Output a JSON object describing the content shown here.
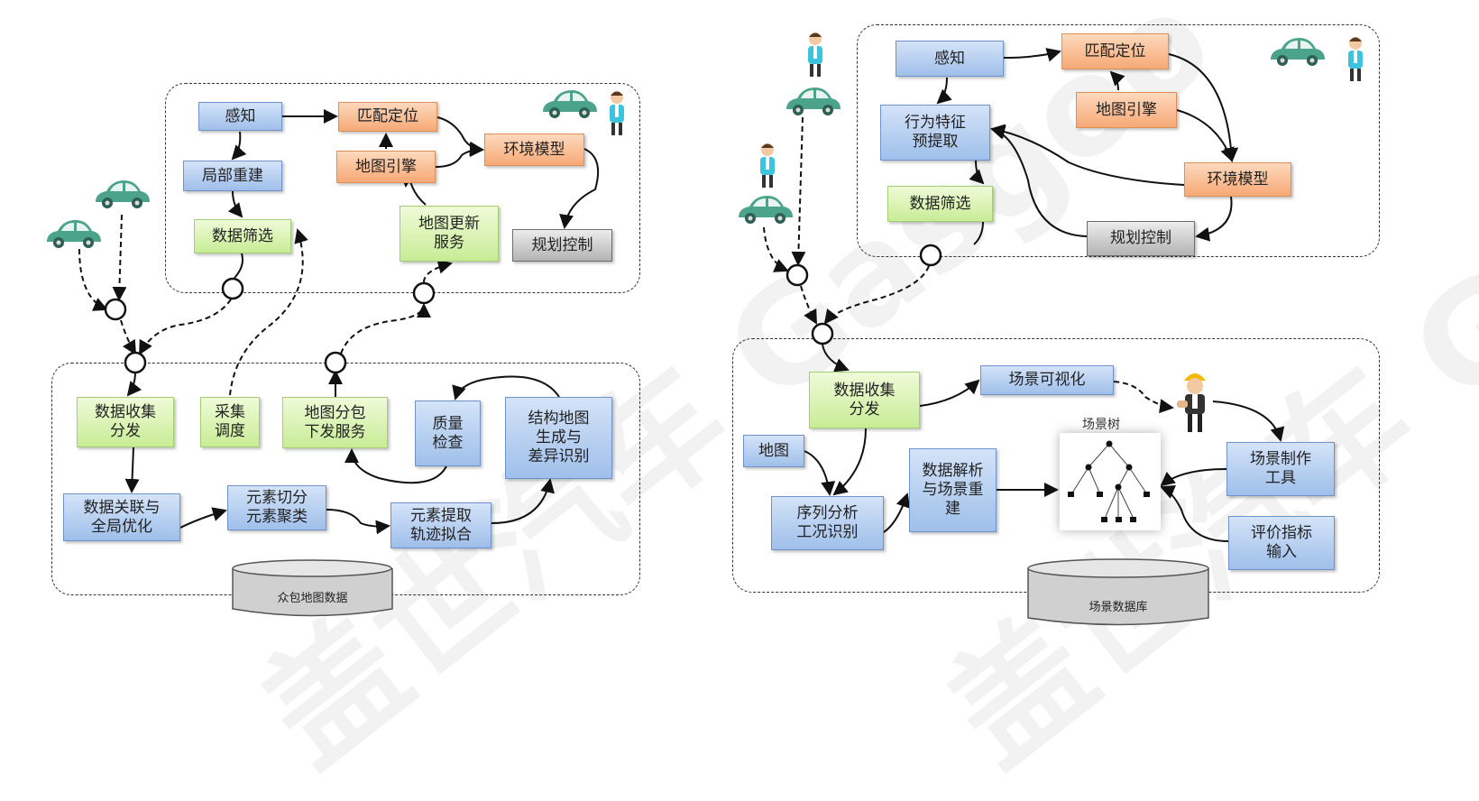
{
  "watermark": "盖世汽车 Gasgoo",
  "colors": {
    "blue_box": "#9fbfea",
    "orange_box": "#f6a976",
    "green_box": "#c8ec96",
    "gray_box": "#b3b3b3",
    "car": "#4aa38a"
  },
  "left": {
    "perception": "感知",
    "matching_positioning": "匹配定位",
    "local_reconstruction": "局部重建",
    "map_engine": "地图引擎",
    "environment_model": "环境模型",
    "data_filtering": "数据筛选",
    "map_update_service": "地图更新\n服务",
    "planning_control": "规划控制",
    "data_collection_distribution": "数据收集\n分发",
    "collection_scheduling": "采集\n调度",
    "map_package_service": "地图分包\n下发服务",
    "quality_check": "质量\n检查",
    "structured_map": "结构地图\n生成与\n差异识别",
    "data_association": "数据关联与\n全局优化",
    "element_segmentation": "元素切分\n元素聚类",
    "element_extraction": "元素提取\n轨迹拟合",
    "database": "众包地图数据"
  },
  "right": {
    "perception": "感知",
    "matching_positioning": "匹配定位",
    "map_engine": "地图引擎",
    "behavior_feature": "行为特征\n预提取",
    "environment_model": "环境模型",
    "data_filtering": "数据筛选",
    "planning_control": "规划控制",
    "data_collection_distribution": "数据收集\n分发",
    "scene_visualization": "场景可视化",
    "map": "地图",
    "scene_tree": "场景树",
    "scene_tool": "场景制作\n工具",
    "data_parsing": "数据解析\n与场景重\n建",
    "sequence_analysis": "序列分析\n工况识别",
    "evaluation_input": "评价指标\n输入",
    "database": "场景数据库"
  }
}
